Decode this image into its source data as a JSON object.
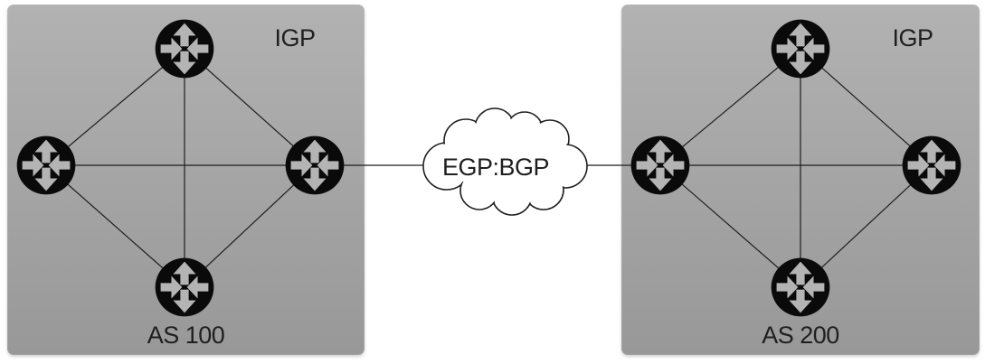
{
  "left_as": {
    "igp_label": "IGP",
    "as_label": "AS 100",
    "router_count": 4
  },
  "right_as": {
    "igp_label": "IGP",
    "as_label": "AS 200",
    "router_count": 4
  },
  "cloud": {
    "label": "EGP:BGP"
  },
  "icons": {
    "router": "router-icon",
    "cloud": "cloud-icon"
  },
  "colors": {
    "background": "#ffffff",
    "box_top": "#b2b2b2",
    "box_bottom": "#989898",
    "router_fill": "#0a0a0a",
    "router_arrow": "#b4b4b4",
    "line": "#1f1f1f",
    "cloud_fill": "#ffffff",
    "cloud_stroke": "#1f1f1f",
    "text": "#1f1f1f"
  }
}
